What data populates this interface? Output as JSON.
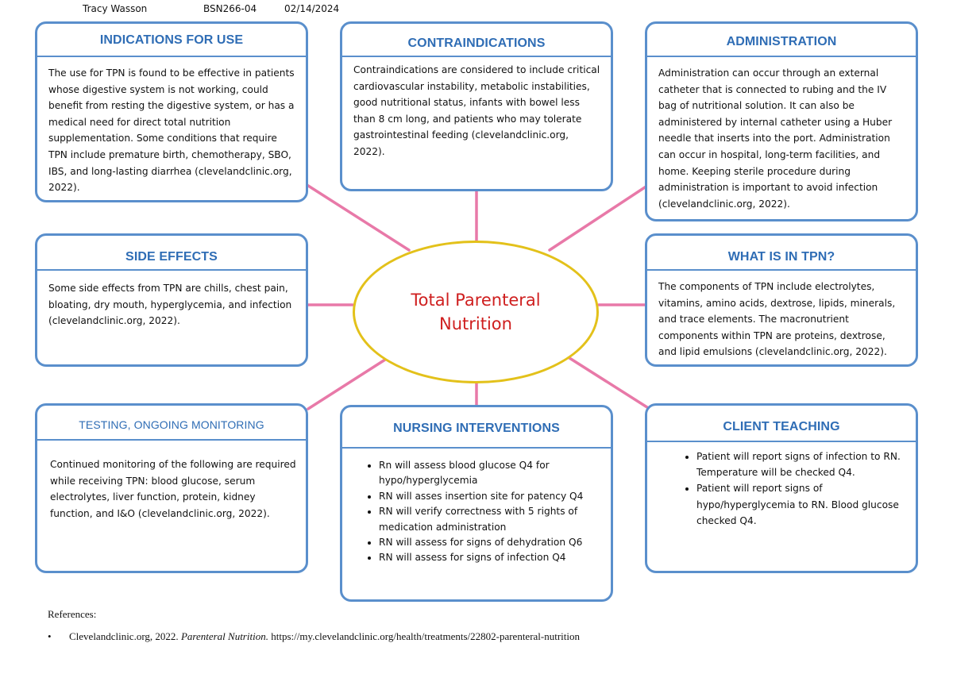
{
  "header": {
    "name": "Tracy Wasson",
    "course": "BSN266-04",
    "date": "02/14/2024"
  },
  "center": {
    "line1": "Total Parenteral",
    "line2": "Nutrition"
  },
  "colors": {
    "border": "#5a8fcc",
    "title": "#2f6db5",
    "connector": "#e879a8",
    "ellipse": "#e3c11a",
    "center_text": "#cf1f1f"
  },
  "cards": {
    "indications": {
      "title": "INDICATIONS FOR USE",
      "text": "The use for TPN is found to be effective in patients whose digestive system is not working, could benefit from resting the digestive system, or has a medical need for direct total nutrition supplementation. Some conditions that require TPN include premature birth, chemotherapy, SBO, IBS, and long-lasting diarrhea (clevelandclinic.org, 2022)."
    },
    "contraindications": {
      "title": "CONTRAINDICATIONS",
      "text": "Contraindications are considered to include critical cardiovascular instability, metabolic instabilities, good nutritional status, infants with bowel less than 8 cm long, and patients who may tolerate gastrointestinal feeding (clevelandclinic.org, 2022)."
    },
    "administration": {
      "title": "ADMINISTRATION",
      "text": "Administration can occur through an external catheter that is connected to rubing and the IV bag of nutritional solution. It can also be administered by internal catheter using a Huber needle that inserts into the port. Administration can occur in hospital, long-term facilities, and home. Keeping sterile procedure during administration is important to avoid infection (clevelandclinic.org, 2022)."
    },
    "side_effects": {
      "title": "SIDE EFFECTS",
      "text": "Some side effects from TPN are chills, chest pain, bloating, dry mouth, hyperglycemia, and infection (clevelandclinic.org, 2022)."
    },
    "what_is_in": {
      "title": "WHAT IS IN TPN?",
      "text": "The components of TPN include electrolytes, vitamins, amino acids, dextrose, lipids, minerals, and trace elements. The macronutrient components within TPN are proteins, dextrose, and lipid emulsions (clevelandclinic.org, 2022)."
    },
    "testing": {
      "title": "TESTING, ONGOING MONITORING",
      "text": "Continued monitoring of the following are required while receiving TPN: blood glucose, serum electrolytes, liver function, protein, kidney function, and I&O (clevelandclinic.org, 2022)."
    },
    "nursing": {
      "title": "NURSING INTERVENTIONS",
      "items": [
        "Rn will assess blood glucose Q4 for hypo/hyperglycemia",
        "RN will asses insertion site for patency Q4",
        "RN will verify correctness with 5 rights of medication administration",
        "RN will assess for signs of dehydration Q6",
        "RN will assess for signs of infection Q4"
      ]
    },
    "teaching": {
      "title": "CLIENT TEACHING",
      "items": [
        "Patient will report signs of infection to RN. Temperature will be checked Q4.",
        "Patient will report signs of hypo/hyperglycemia to RN. Blood glucose checked Q4."
      ]
    }
  },
  "references": {
    "heading": "References:",
    "bullet": "•",
    "entry_plain": "Clevelandclinic.org, 2022. ",
    "entry_italic": "Parenteral Nutrition.",
    "entry_url": " https://my.clevelandclinic.org/health/treatments/22802-parenteral-nutrition"
  }
}
